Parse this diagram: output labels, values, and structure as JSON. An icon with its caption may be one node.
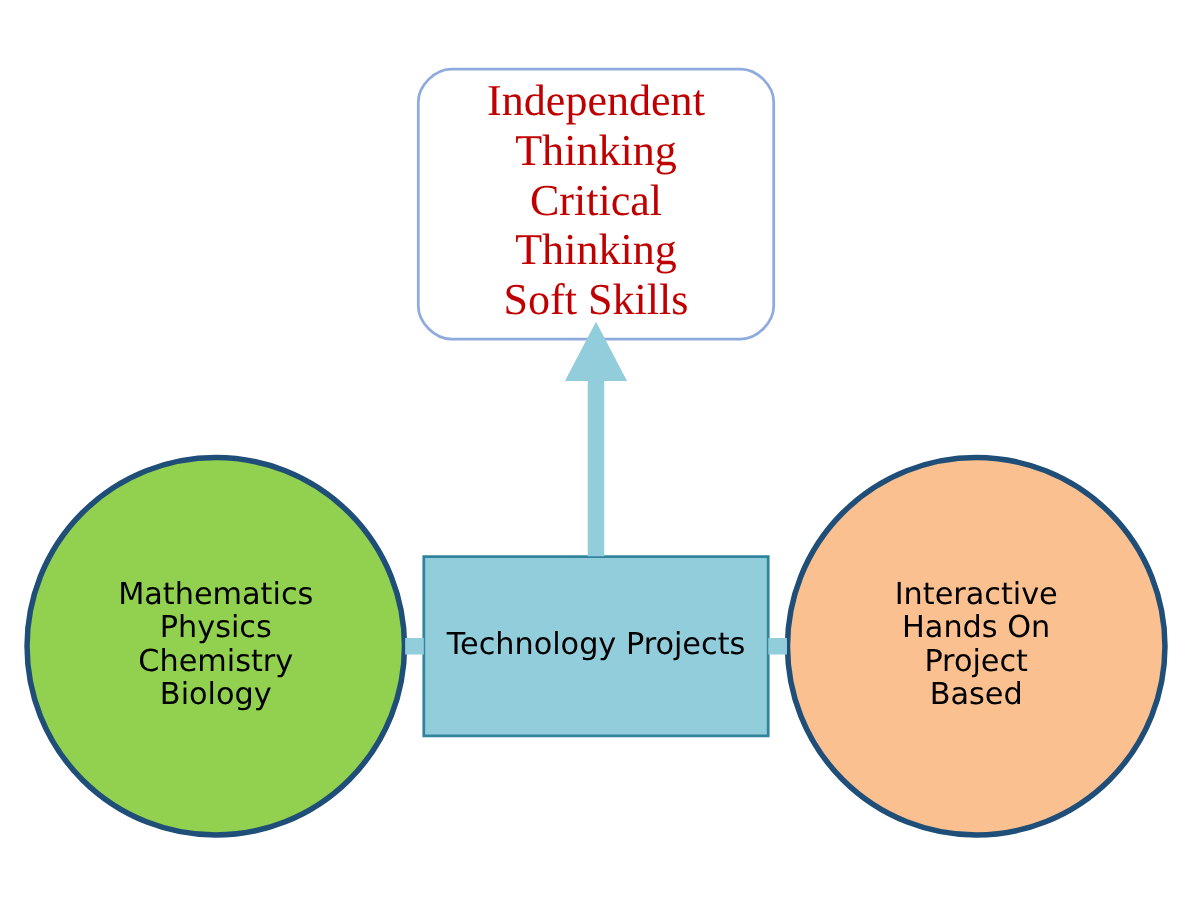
{
  "diagram": {
    "nodes": [
      {
        "text": [
          "Mathematics Physics Chemistry Biology"
        ]
      },
      {
        "text": [
          "Technology Projects"
        ]
      },
      {
        "text": [
          "Interactive Hands On Project Based"
        ]
      },
      {
        "text": [
          "Independent Thinking Critical Thinking Soft Skills"
        ]
      }
    ],
    "edges": [
      {
        "from": 0,
        "to": 1,
        "arrow": "none"
      },
      {
        "from": 1,
        "to": 2,
        "arrow": "none"
      },
      {
        "from": 1,
        "to": 3,
        "arrow": "to"
      }
    ]
  }
}
